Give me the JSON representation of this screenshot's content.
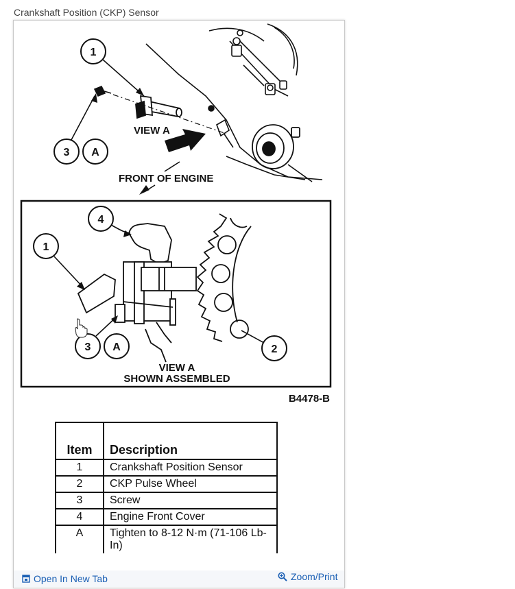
{
  "caption": "Crankshaft Position (CKP) Sensor",
  "diagram": {
    "callouts": {
      "one": "1",
      "two": "2",
      "three": "3",
      "four": "4",
      "a": "A"
    },
    "view_a": "VIEW A",
    "front_of_engine": "FRONT OF ENGINE",
    "view_a_assembled_line1": "VIEW A",
    "view_a_assembled_line2": "SHOWN ASSEMBLED",
    "figure_id": "B4478-B"
  },
  "legend": {
    "headers": {
      "item": "Item",
      "description": "Description"
    },
    "rows": [
      {
        "item": "1",
        "description": "Crankshaft Position Sensor"
      },
      {
        "item": "2",
        "description": "CKP Pulse Wheel"
      },
      {
        "item": "3",
        "description": "Screw"
      },
      {
        "item": "4",
        "description": "Engine Front Cover"
      },
      {
        "item": "A",
        "description": "Tighten to 8-12 N·m (71-106 Lb-In)"
      }
    ]
  },
  "footer": {
    "open_label": "Open In New Tab",
    "zoom_label": "Zoom/Print",
    "open_icon": "open-in-new-tab-icon",
    "zoom_icon": "magnifier-plus-icon",
    "link_color": "#1a5fb4"
  }
}
